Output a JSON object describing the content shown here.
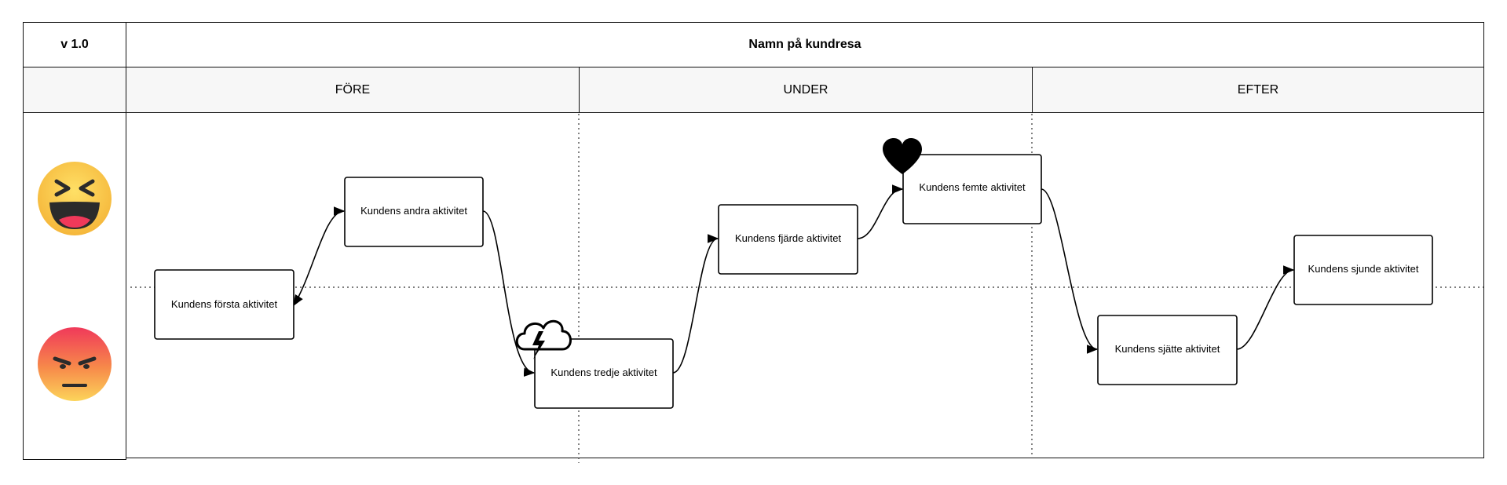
{
  "version": "v 1.0",
  "title": "Namn på kundresa",
  "phases": [
    "FÖRE",
    "UNDER",
    "EFTER"
  ],
  "emotions": {
    "top": "happy-laughing-face",
    "bottom": "angry-face"
  },
  "activities": [
    "Kundens första aktivitet",
    "Kundens andra aktivitet",
    "Kundens tredje aktivitet",
    "Kundens fjärde aktivitet",
    "Kundens femte aktivitet",
    "Kundens sjätte aktivitet",
    "Kundens sjunde aktivitet"
  ],
  "markers": {
    "storm": "storm-cloud-icon",
    "heart": "heart-icon"
  }
}
